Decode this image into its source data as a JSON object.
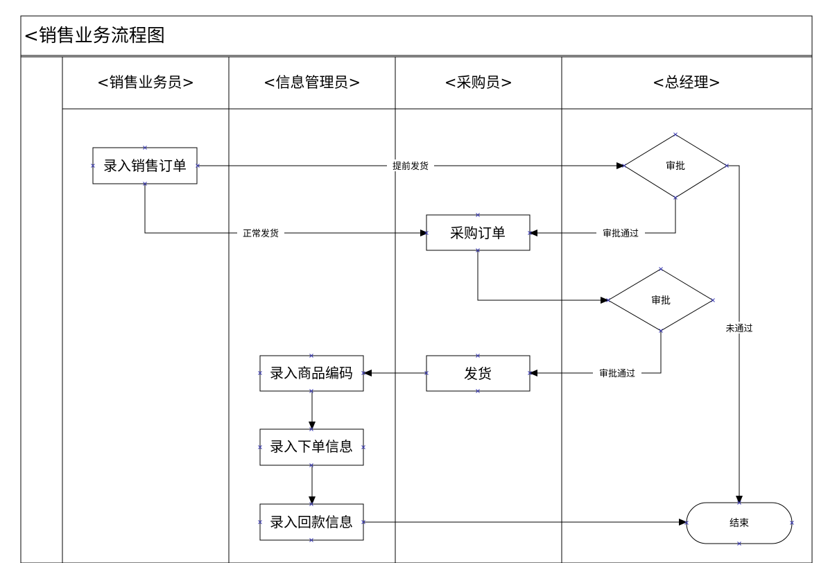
{
  "title": "<销售业务流程图",
  "lanes": [
    {
      "label": "<销售业务员>"
    },
    {
      "label": "<信息管理员>"
    },
    {
      "label": "<采购员>"
    },
    {
      "label": "<总经理>"
    }
  ],
  "nodes": {
    "enter_sales_order": "录入销售订单",
    "purchase_order": "采购订单",
    "approve_1": "审批",
    "approve_2": "审批",
    "ship": "发货",
    "enter_product_code": "录入商品编码",
    "enter_order_info": "录入下单信息",
    "enter_payment_info": "录入回款信息",
    "end": "结束"
  },
  "edges": {
    "early_shipment": "提前发货",
    "normal_shipment": "正常发货",
    "approved_1": "审批通过",
    "approved_2": "审批通过",
    "not_approved": "未通过"
  }
}
